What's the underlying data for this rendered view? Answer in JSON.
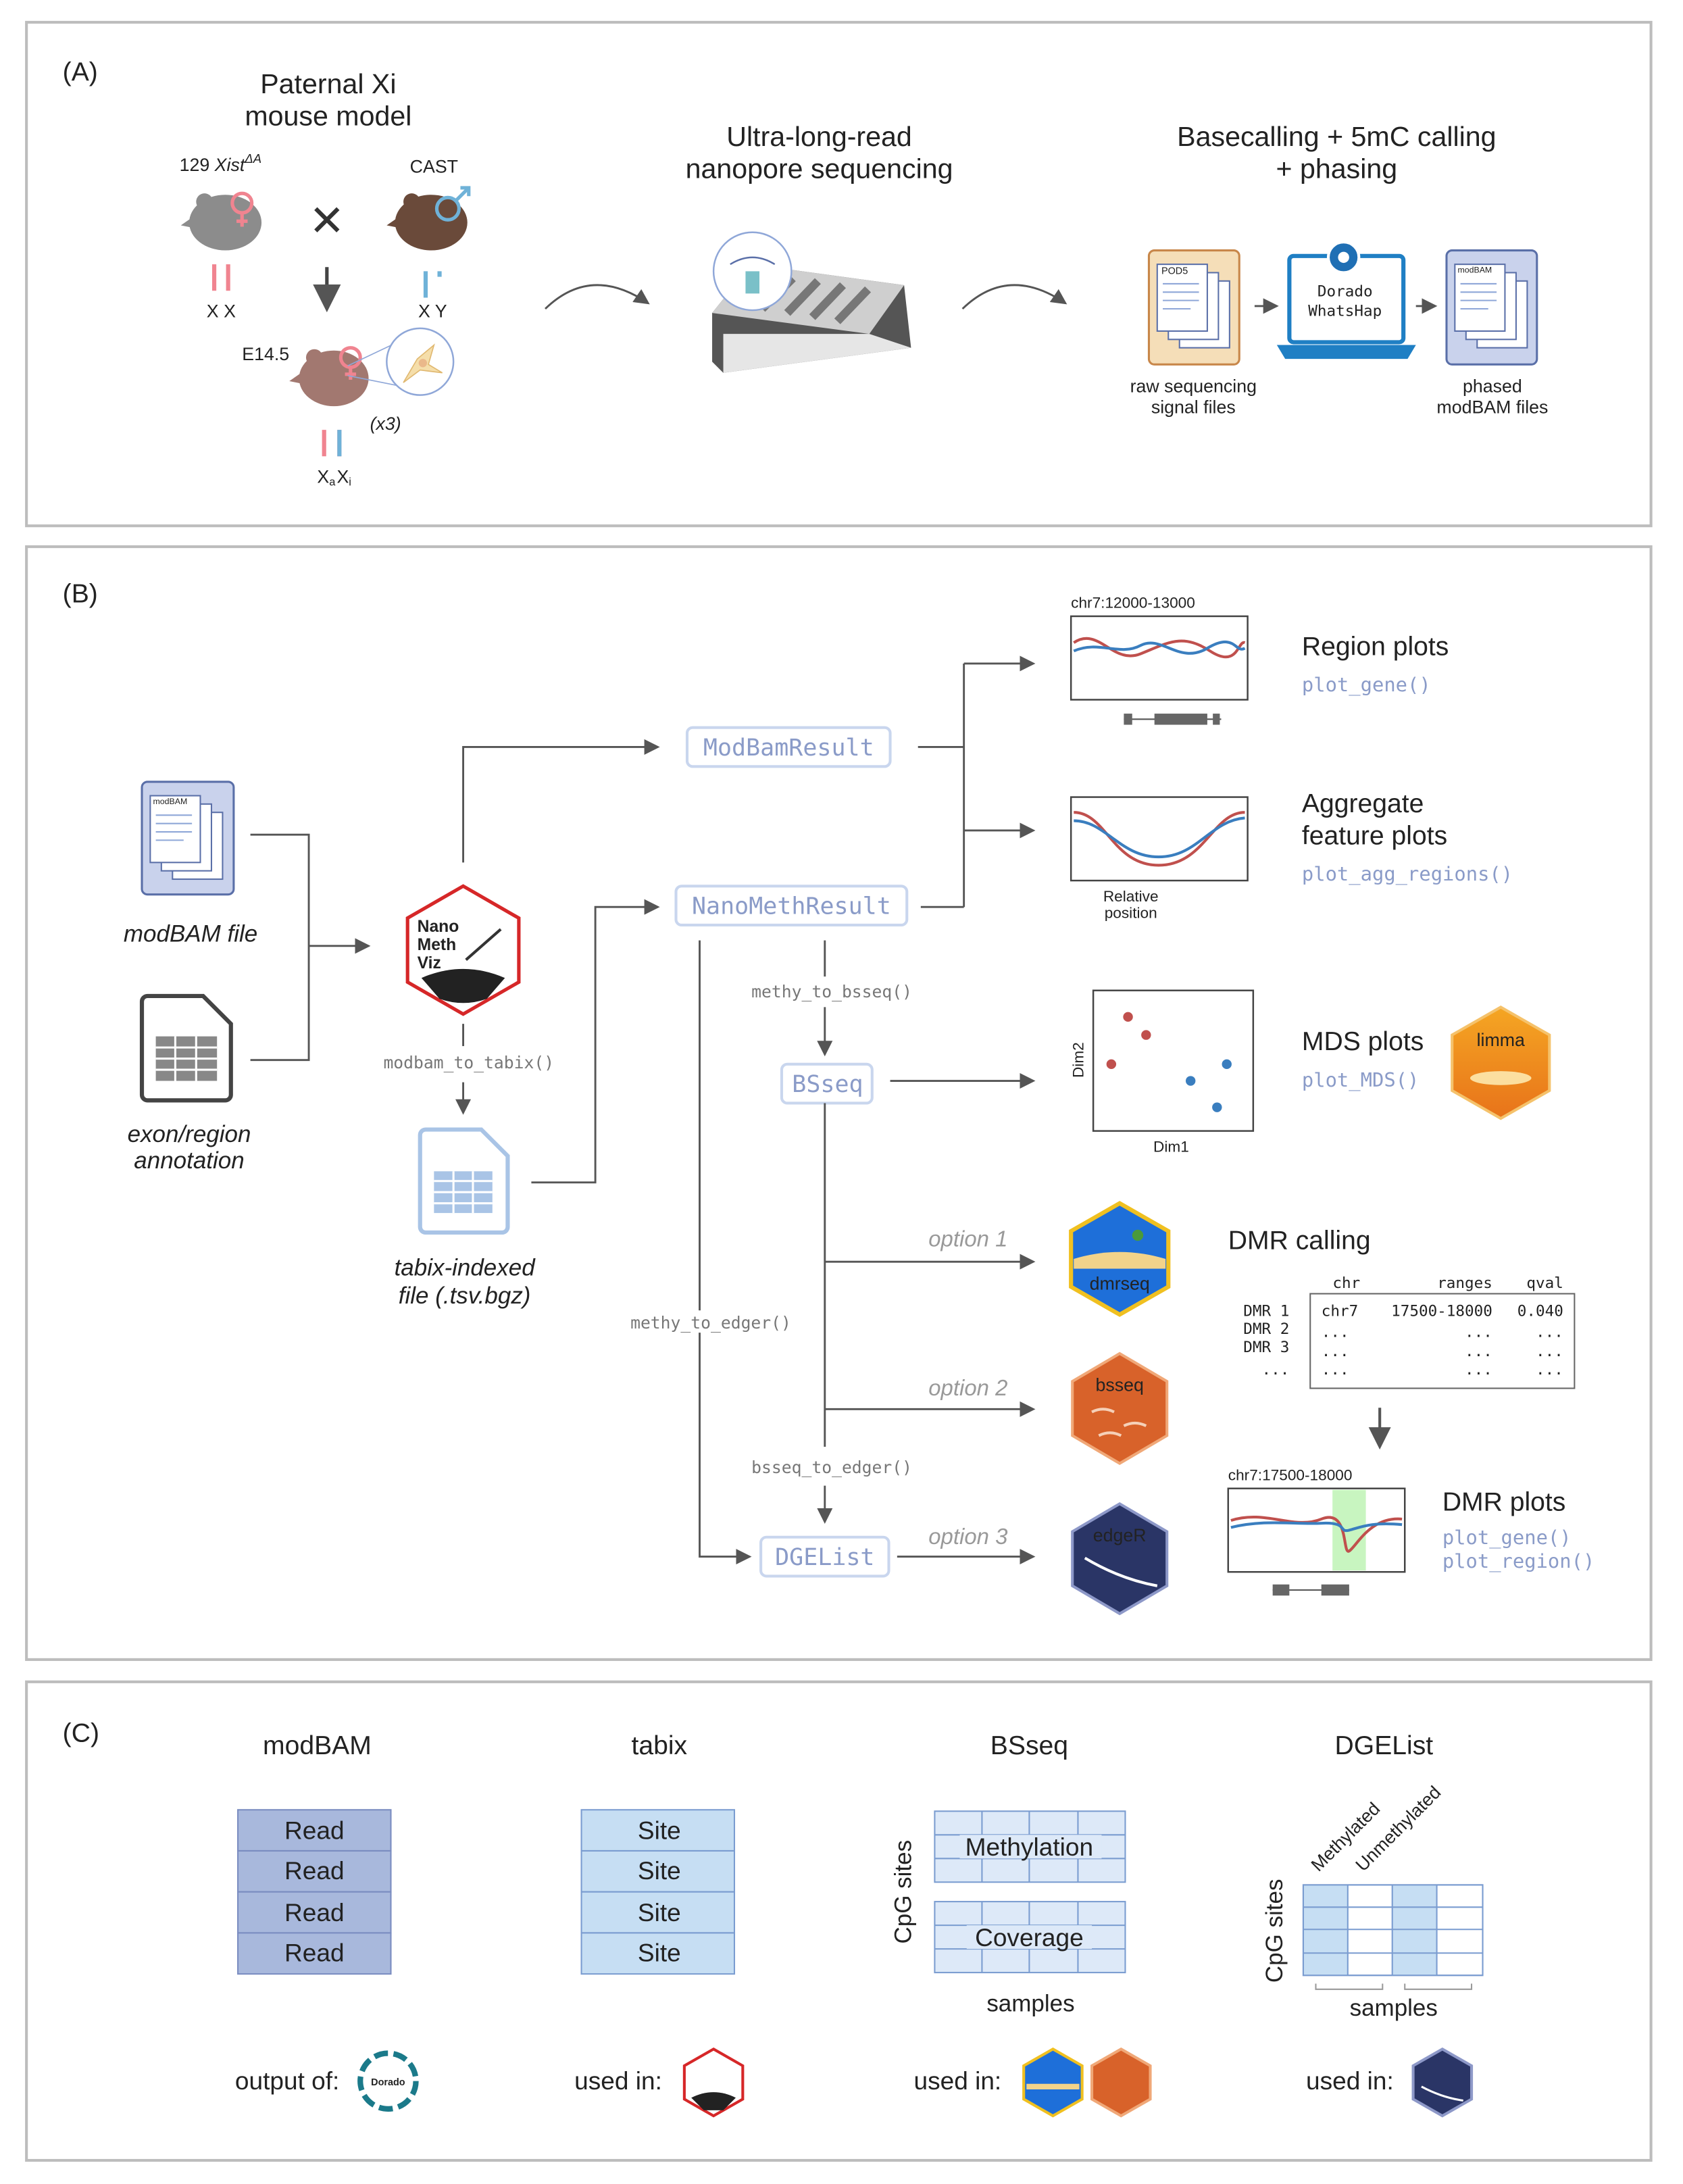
{
  "panels": {
    "a": {
      "label": "(A)",
      "mouse_model_title": [
        "Paternal Xi",
        "mouse model"
      ],
      "strain_129": "129",
      "xist": "Xist",
      "xist_sup": "ΔA",
      "strain_cast": "CAST",
      "female_chromosomes": "X X",
      "male_chromosomes": "X Y",
      "embryo_stage": "E14.5",
      "replicates": "(x3)",
      "offspring_chrom_a": "X",
      "offspring_sub_a": "a",
      "offspring_chrom_i": "X",
      "offspring_sub_i": "i",
      "sequencing_title": [
        "Ultra-long-read",
        "nanopore sequencing"
      ],
      "basecalling_title": [
        "Basecalling + 5mC calling",
        "+ phasing"
      ],
      "pod5_label": "POD5",
      "laptop_text": [
        "Dorado",
        "WhatsHap"
      ],
      "modbam_doc_label": "modBAM",
      "raw_files_label": [
        "raw sequencing",
        "signal files"
      ],
      "phased_files_label": [
        "phased",
        "modBAM files"
      ]
    },
    "b": {
      "label": "(B)",
      "modbam_file": "modBAM file",
      "modbam_icon_label": "modBAM",
      "annotation": [
        "exon/region",
        "annotation"
      ],
      "nmv_logo": [
        "Nano",
        "Meth",
        "Viz"
      ],
      "modbam_to_tabix": "modbam_to_tabix()",
      "tabix_file": [
        "tabix-indexed",
        "file (.tsv.bgz)"
      ],
      "modbam_result": "ModBamResult",
      "nanometh_result": "NanoMethResult",
      "methy_to_bsseq": "methy_to_bsseq()",
      "bsseq": "BSseq",
      "methy_to_edger": "methy_to_edger()",
      "bsseq_to_edger": "bsseq_to_edger()",
      "dgelist": "DGEList",
      "option1": "option 1",
      "option2": "option 2",
      "option3": "option 3",
      "region_plot_title": "chr7:12000-13000",
      "region_plots": "Region plots",
      "plot_gene": "plot_gene()",
      "agg_xlabel": [
        "Relative",
        "position"
      ],
      "aggregate_plots": [
        "Aggregate",
        "feature plots"
      ],
      "plot_agg_regions": "plot_agg_regions()",
      "mds_xlabel": "Dim1",
      "mds_ylabel": "Dim2",
      "mds_plots": "MDS plots",
      "plot_mds": "plot_MDS()",
      "limma_logo": "limma",
      "dmrseq_logo": "dmrseq",
      "bsseq_logo": "bsseq",
      "edger_logo": "edgeR",
      "dmr_calling": "DMR calling",
      "dmr_table": {
        "columns": [
          "chr",
          "ranges",
          "qval"
        ],
        "rows": [
          {
            "name": "DMR 1",
            "chr": "chr7",
            "ranges": "17500-18000",
            "qval": "0.040"
          },
          {
            "name": "DMR 2",
            "chr": "...",
            "ranges": "...",
            "qval": "..."
          },
          {
            "name": "DMR 3",
            "chr": "...",
            "ranges": "...",
            "qval": "..."
          },
          {
            "name": "...",
            "chr": "...",
            "ranges": "...",
            "qval": "..."
          }
        ]
      },
      "dmr_plot_title": "chr7:17500-18000",
      "dmr_plots": "DMR plots",
      "dmr_plot_gene": "plot_gene()",
      "dmr_plot_region": "plot_region()",
      "colors": {
        "red_line": "#c0504d",
        "blue_line": "#3a7ebf",
        "dmr_highlight": "#c8f5c0"
      }
    },
    "c": {
      "label": "(C)",
      "modbam": {
        "title": "modBAM",
        "rows": [
          "Read",
          "Read",
          "Read",
          "Read"
        ],
        "footer": "output of:",
        "logo": "Dorado"
      },
      "tabix": {
        "title": "tabix",
        "rows": [
          "Site",
          "Site",
          "Site",
          "Site"
        ],
        "footer": "used in:"
      },
      "bsseq": {
        "title": "BSseq",
        "methylation": "Methylation",
        "coverage": "Coverage",
        "ylabel": "CpG sites",
        "xlabel": "samples",
        "footer": "used in:"
      },
      "dgelist": {
        "title": "DGEList",
        "col_methylated": "Methylated",
        "col_unmethylated": "Unmethylated",
        "ylabel": "CpG sites",
        "xlabel": "samples",
        "footer": "used in:"
      },
      "colors": {
        "modbam_fill": "#a8b8dc",
        "tabix_fill": "#c6def3",
        "grid_fill": "#dde9f8"
      }
    }
  }
}
